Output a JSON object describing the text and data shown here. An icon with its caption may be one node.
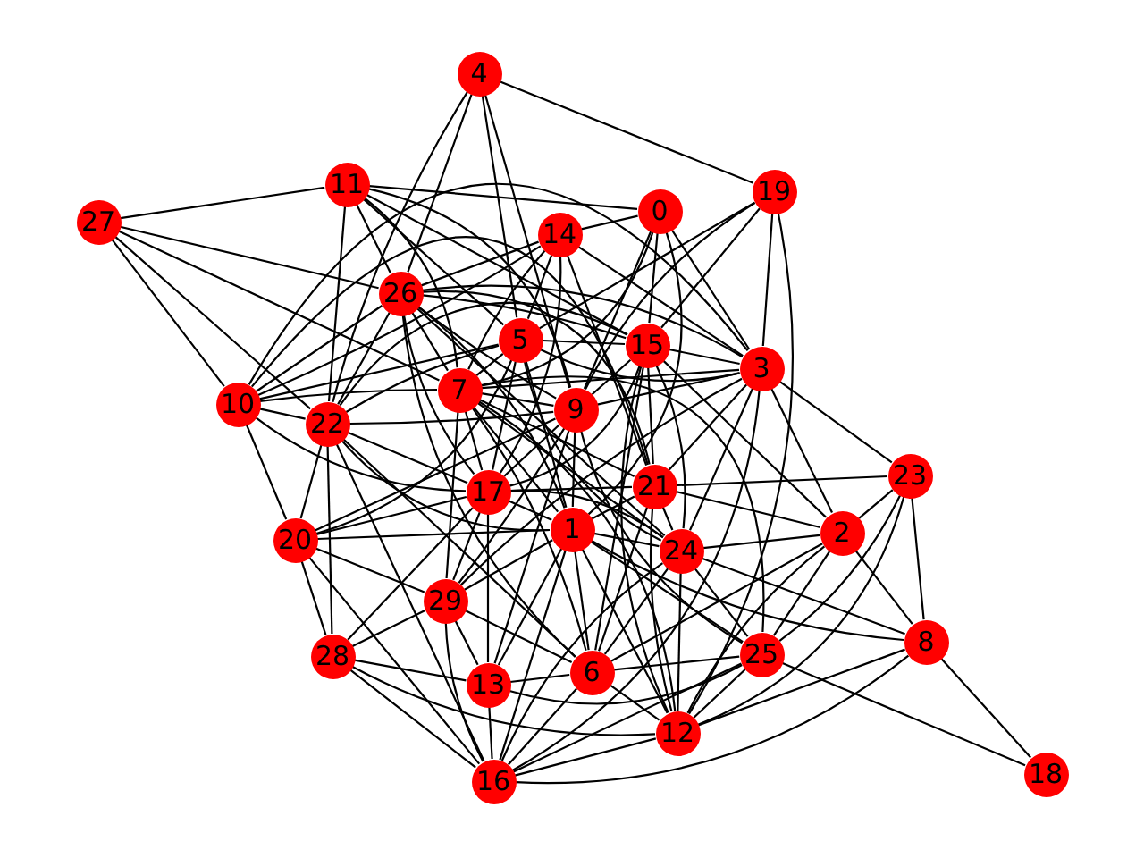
{
  "diagram": {
    "nodes": [
      {
        "text": [
          "0"
        ]
      },
      {
        "text": [
          "1"
        ]
      },
      {
        "text": [
          "2"
        ]
      },
      {
        "text": [
          "3"
        ]
      },
      {
        "text": [
          "4"
        ]
      },
      {
        "text": [
          "5"
        ]
      },
      {
        "text": [
          "6"
        ]
      },
      {
        "text": [
          "7"
        ]
      },
      {
        "text": [
          "8"
        ]
      },
      {
        "text": [
          "9"
        ]
      },
      {
        "text": [
          "10"
        ]
      },
      {
        "text": [
          "11"
        ]
      },
      {
        "text": [
          "12"
        ]
      },
      {
        "text": [
          "13"
        ]
      },
      {
        "text": [
          "14"
        ]
      },
      {
        "text": [
          "15"
        ]
      },
      {
        "text": [
          "16"
        ]
      },
      {
        "text": [
          "17"
        ]
      },
      {
        "text": [
          "18"
        ]
      },
      {
        "text": [
          "19"
        ]
      },
      {
        "text": [
          "20"
        ]
      },
      {
        "text": [
          "21"
        ]
      },
      {
        "text": [
          "22"
        ]
      },
      {
        "text": [
          "23"
        ]
      },
      {
        "text": [
          "24"
        ]
      },
      {
        "text": [
          "25"
        ]
      },
      {
        "text": [
          "26"
        ]
      },
      {
        "text": [
          "27"
        ]
      },
      {
        "text": [
          "28"
        ]
      },
      {
        "text": [
          "29"
        ]
      }
    ],
    "edges": [
      {
        "from": 4,
        "to": 19,
        "arrow": "none"
      },
      {
        "from": 4,
        "to": 26,
        "arrow": "none"
      },
      {
        "from": 4,
        "to": 22,
        "arrow": "none"
      },
      {
        "from": 4,
        "to": 5,
        "arrow": "none"
      },
      {
        "from": 4,
        "to": 9,
        "arrow": "none"
      },
      {
        "from": 19,
        "to": 15,
        "arrow": "none"
      },
      {
        "from": 19,
        "to": 5,
        "arrow": "none"
      },
      {
        "from": 19,
        "to": 9,
        "arrow": "none"
      },
      {
        "from": 19,
        "to": 3,
        "arrow": "none"
      },
      {
        "from": 19,
        "to": 12,
        "arrow": "none"
      },
      {
        "from": 27,
        "to": 11,
        "arrow": "none"
      },
      {
        "from": 27,
        "to": 26,
        "arrow": "none"
      },
      {
        "from": 27,
        "to": 10,
        "arrow": "none"
      },
      {
        "from": 27,
        "to": 22,
        "arrow": "none"
      },
      {
        "from": 27,
        "to": 7,
        "arrow": "none"
      },
      {
        "from": 11,
        "to": 0,
        "arrow": "none"
      },
      {
        "from": 11,
        "to": 22,
        "arrow": "none"
      },
      {
        "from": 11,
        "to": 26,
        "arrow": "none"
      },
      {
        "from": 11,
        "to": 7,
        "arrow": "none"
      },
      {
        "from": 11,
        "to": 5,
        "arrow": "none"
      },
      {
        "from": 11,
        "to": 15,
        "arrow": "none"
      },
      {
        "from": 11,
        "to": 9,
        "arrow": "none"
      },
      {
        "from": 0,
        "to": 14,
        "arrow": "none"
      },
      {
        "from": 0,
        "to": 15,
        "arrow": "none"
      },
      {
        "from": 0,
        "to": 9,
        "arrow": "none"
      },
      {
        "from": 0,
        "to": 3,
        "arrow": "none"
      },
      {
        "from": 0,
        "to": 1,
        "arrow": "none"
      },
      {
        "from": 0,
        "to": 7,
        "arrow": "none"
      },
      {
        "from": 14,
        "to": 26,
        "arrow": "none"
      },
      {
        "from": 14,
        "to": 10,
        "arrow": "none"
      },
      {
        "from": 14,
        "to": 3,
        "arrow": "none"
      },
      {
        "from": 14,
        "to": 5,
        "arrow": "none"
      },
      {
        "from": 14,
        "to": 7,
        "arrow": "none"
      },
      {
        "from": 14,
        "to": 17,
        "arrow": "none"
      },
      {
        "from": 14,
        "to": 21,
        "arrow": "none"
      },
      {
        "from": 26,
        "to": 10,
        "arrow": "none"
      },
      {
        "from": 26,
        "to": 22,
        "arrow": "none"
      },
      {
        "from": 26,
        "to": 7,
        "arrow": "none"
      },
      {
        "from": 26,
        "to": 15,
        "arrow": "none"
      },
      {
        "from": 26,
        "to": 3,
        "arrow": "none"
      },
      {
        "from": 26,
        "to": 9,
        "arrow": "none"
      },
      {
        "from": 26,
        "to": 17,
        "arrow": "none"
      },
      {
        "from": 26,
        "to": 1,
        "arrow": "none"
      },
      {
        "from": 26,
        "to": 21,
        "arrow": "none"
      },
      {
        "from": 26,
        "to": 24,
        "arrow": "none"
      },
      {
        "from": 26,
        "to": 6,
        "arrow": "none"
      },
      {
        "from": 5,
        "to": 15,
        "arrow": "none"
      },
      {
        "from": 5,
        "to": 10,
        "arrow": "none"
      },
      {
        "from": 5,
        "to": 22,
        "arrow": "none"
      },
      {
        "from": 5,
        "to": 7,
        "arrow": "none"
      },
      {
        "from": 5,
        "to": 20,
        "arrow": "none"
      },
      {
        "from": 5,
        "to": 17,
        "arrow": "none"
      },
      {
        "from": 5,
        "to": 1,
        "arrow": "none"
      },
      {
        "from": 5,
        "to": 24,
        "arrow": "none"
      },
      {
        "from": 5,
        "to": 3,
        "arrow": "none"
      },
      {
        "from": 10,
        "to": 7,
        "arrow": "none"
      },
      {
        "from": 10,
        "to": 22,
        "arrow": "none"
      },
      {
        "from": 10,
        "to": 20,
        "arrow": "none"
      },
      {
        "from": 10,
        "to": 3,
        "arrow": "none"
      },
      {
        "from": 10,
        "to": 21,
        "arrow": "none"
      },
      {
        "from": 10,
        "to": 17,
        "arrow": "none"
      },
      {
        "from": 22,
        "to": 9,
        "arrow": "none"
      },
      {
        "from": 22,
        "to": 15,
        "arrow": "none"
      },
      {
        "from": 22,
        "to": 20,
        "arrow": "none"
      },
      {
        "from": 22,
        "to": 28,
        "arrow": "none"
      },
      {
        "from": 22,
        "to": 1,
        "arrow": "none"
      },
      {
        "from": 22,
        "to": 17,
        "arrow": "none"
      },
      {
        "from": 22,
        "to": 6,
        "arrow": "none"
      },
      {
        "from": 22,
        "to": 16,
        "arrow": "none"
      },
      {
        "from": 7,
        "to": 9,
        "arrow": "none"
      },
      {
        "from": 7,
        "to": 3,
        "arrow": "none"
      },
      {
        "from": 7,
        "to": 17,
        "arrow": "none"
      },
      {
        "from": 7,
        "to": 1,
        "arrow": "none"
      },
      {
        "from": 7,
        "to": 21,
        "arrow": "none"
      },
      {
        "from": 7,
        "to": 24,
        "arrow": "none"
      },
      {
        "from": 7,
        "to": 25,
        "arrow": "none"
      },
      {
        "from": 7,
        "to": 6,
        "arrow": "none"
      },
      {
        "from": 7,
        "to": 29,
        "arrow": "none"
      },
      {
        "from": 7,
        "to": 12,
        "arrow": "none"
      },
      {
        "from": 15,
        "to": 3,
        "arrow": "none"
      },
      {
        "from": 15,
        "to": 9,
        "arrow": "none"
      },
      {
        "from": 15,
        "to": 17,
        "arrow": "none"
      },
      {
        "from": 15,
        "to": 21,
        "arrow": "none"
      },
      {
        "from": 15,
        "to": 2,
        "arrow": "none"
      },
      {
        "from": 15,
        "to": 24,
        "arrow": "none"
      },
      {
        "from": 15,
        "to": 12,
        "arrow": "none"
      },
      {
        "from": 15,
        "to": 6,
        "arrow": "none"
      },
      {
        "from": 3,
        "to": 9,
        "arrow": "none"
      },
      {
        "from": 3,
        "to": 23,
        "arrow": "none"
      },
      {
        "from": 3,
        "to": 2,
        "arrow": "none"
      },
      {
        "from": 3,
        "to": 21,
        "arrow": "none"
      },
      {
        "from": 3,
        "to": 24,
        "arrow": "none"
      },
      {
        "from": 3,
        "to": 29,
        "arrow": "none"
      },
      {
        "from": 3,
        "to": 16,
        "arrow": "none"
      },
      {
        "from": 9,
        "to": 17,
        "arrow": "none"
      },
      {
        "from": 9,
        "to": 20,
        "arrow": "none"
      },
      {
        "from": 9,
        "to": 29,
        "arrow": "none"
      },
      {
        "from": 9,
        "to": 1,
        "arrow": "none"
      },
      {
        "from": 9,
        "to": 25,
        "arrow": "none"
      },
      {
        "from": 9,
        "to": 13,
        "arrow": "none"
      },
      {
        "from": 17,
        "to": 1,
        "arrow": "none"
      },
      {
        "from": 17,
        "to": 21,
        "arrow": "none"
      },
      {
        "from": 17,
        "to": 20,
        "arrow": "none"
      },
      {
        "from": 17,
        "to": 13,
        "arrow": "none"
      },
      {
        "from": 17,
        "to": 29,
        "arrow": "none"
      },
      {
        "from": 17,
        "to": 28,
        "arrow": "none"
      },
      {
        "from": 17,
        "to": 24,
        "arrow": "none"
      },
      {
        "from": 21,
        "to": 23,
        "arrow": "none"
      },
      {
        "from": 21,
        "to": 2,
        "arrow": "none"
      },
      {
        "from": 21,
        "to": 1,
        "arrow": "none"
      },
      {
        "from": 21,
        "to": 24,
        "arrow": "none"
      },
      {
        "from": 21,
        "to": 12,
        "arrow": "none"
      },
      {
        "from": 21,
        "to": 6,
        "arrow": "none"
      },
      {
        "from": 1,
        "to": 20,
        "arrow": "none"
      },
      {
        "from": 1,
        "to": 29,
        "arrow": "none"
      },
      {
        "from": 1,
        "to": 13,
        "arrow": "none"
      },
      {
        "from": 1,
        "to": 6,
        "arrow": "none"
      },
      {
        "from": 1,
        "to": 16,
        "arrow": "none"
      },
      {
        "from": 1,
        "to": 12,
        "arrow": "none"
      },
      {
        "from": 1,
        "to": 24,
        "arrow": "none"
      },
      {
        "from": 1,
        "to": 8,
        "arrow": "none"
      },
      {
        "from": 1,
        "to": 25,
        "arrow": "none"
      },
      {
        "from": 24,
        "to": 2,
        "arrow": "none"
      },
      {
        "from": 24,
        "to": 25,
        "arrow": "none"
      },
      {
        "from": 24,
        "to": 12,
        "arrow": "none"
      },
      {
        "from": 24,
        "to": 8,
        "arrow": "none"
      },
      {
        "from": 24,
        "to": 6,
        "arrow": "none"
      },
      {
        "from": 24,
        "to": 16,
        "arrow": "none"
      },
      {
        "from": 2,
        "to": 23,
        "arrow": "none"
      },
      {
        "from": 2,
        "to": 25,
        "arrow": "none"
      },
      {
        "from": 2,
        "to": 8,
        "arrow": "none"
      },
      {
        "from": 2,
        "to": 12,
        "arrow": "none"
      },
      {
        "from": 2,
        "to": 6,
        "arrow": "none"
      },
      {
        "from": 23,
        "to": 8,
        "arrow": "none"
      },
      {
        "from": 23,
        "to": 25,
        "arrow": "none"
      },
      {
        "from": 23,
        "to": 12,
        "arrow": "none"
      },
      {
        "from": 8,
        "to": 18,
        "arrow": "none"
      },
      {
        "from": 8,
        "to": 12,
        "arrow": "none"
      },
      {
        "from": 25,
        "to": 12,
        "arrow": "none"
      },
      {
        "from": 25,
        "to": 6,
        "arrow": "none"
      },
      {
        "from": 25,
        "to": 18,
        "arrow": "none"
      },
      {
        "from": 25,
        "to": 13,
        "arrow": "none"
      },
      {
        "from": 20,
        "to": 29,
        "arrow": "none"
      },
      {
        "from": 20,
        "to": 28,
        "arrow": "none"
      },
      {
        "from": 20,
        "to": 16,
        "arrow": "none"
      },
      {
        "from": 29,
        "to": 13,
        "arrow": "none"
      },
      {
        "from": 29,
        "to": 6,
        "arrow": "none"
      },
      {
        "from": 29,
        "to": 28,
        "arrow": "none"
      },
      {
        "from": 29,
        "to": 16,
        "arrow": "none"
      },
      {
        "from": 28,
        "to": 13,
        "arrow": "none"
      },
      {
        "from": 28,
        "to": 16,
        "arrow": "none"
      },
      {
        "from": 28,
        "to": 12,
        "arrow": "none"
      },
      {
        "from": 13,
        "to": 6,
        "arrow": "none"
      },
      {
        "from": 13,
        "to": 16,
        "arrow": "none"
      },
      {
        "from": 6,
        "to": 16,
        "arrow": "none"
      },
      {
        "from": 6,
        "to": 12,
        "arrow": "none"
      },
      {
        "from": 16,
        "to": 12,
        "arrow": "none"
      },
      {
        "from": 16,
        "to": 25,
        "arrow": "none"
      },
      {
        "from": 16,
        "to": 8,
        "arrow": "none"
      }
    ]
  }
}
